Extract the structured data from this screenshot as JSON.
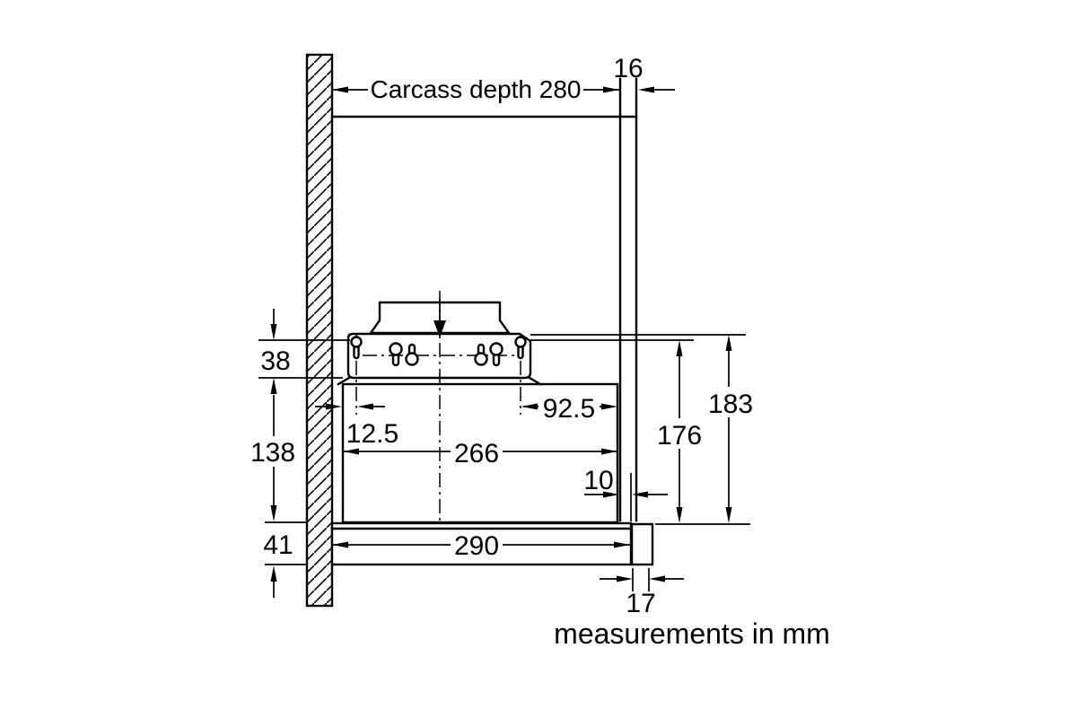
{
  "diagram": {
    "type": "installation-dimension-drawing",
    "unit_note": "measurements in mm",
    "dimensions": {
      "carcass_depth": "Carcass depth 280",
      "front_panel_thickness": "16",
      "bracket_height": "38",
      "body_height": "138",
      "visor_height": "41",
      "keyhole_offset_left": "12.5",
      "keyhole_offset_right": "92.5",
      "body_depth": "266",
      "front_gap": "10",
      "visor_depth": "290",
      "trim_thickness": "17",
      "hook_to_bottom_height": "176",
      "plate_to_bottom_height": "183"
    },
    "colors": {
      "line": "#000000",
      "background": "#ffffff"
    }
  }
}
